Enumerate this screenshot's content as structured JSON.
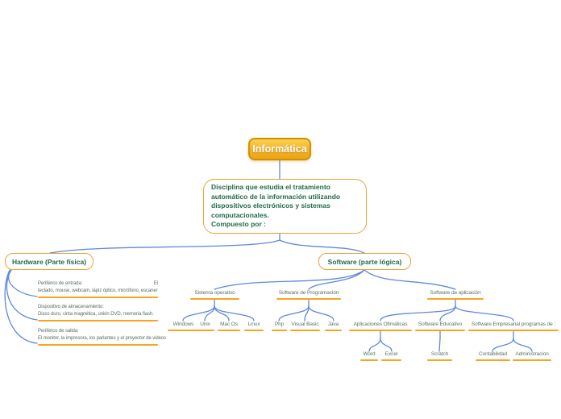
{
  "root": {
    "label": "Informática"
  },
  "description": {
    "text": "Disciplina que estudia el tratamiento\nautomático de la información utilizando\ndispositivos electrónicos y sistemas\ncomputacionales.\nCompuesto por :"
  },
  "hardware": {
    "title": "Hardware (Parte física)",
    "items": [
      {
        "title": "Periférico de entrada:",
        "trailing": "El",
        "body": "teclado, mouse, webcam, lápiz óptico, micrófono, escaner"
      },
      {
        "title": "Dispositivo de almacenamiento:",
        "trailing": "",
        "body": "Disco duro, cinta magnética, unión DVD, memoria flash."
      },
      {
        "title": "Periférico de salida:",
        "trailing": "",
        "body": "El monitor, la impresora, los parlantes y el proyector de videos"
      }
    ]
  },
  "software": {
    "title": "Software (parte lógica)",
    "sistema_operativo": {
      "label": "Sistema operativo",
      "children": [
        "Windows",
        "Unix",
        "Mac Os",
        "Linux"
      ]
    },
    "programacion": {
      "label": "Software de Programación",
      "children": [
        "Php",
        "Visual Basic",
        "Java"
      ]
    },
    "aplicacion": {
      "label": "Software de aplicación",
      "ofimaticas": {
        "label": "Aplicaciones Ofimáticas",
        "children": [
          "Word",
          "Excel"
        ]
      },
      "educativo": {
        "label": "Software Educativo",
        "children": [
          "Scratch"
        ]
      },
      "empresarial": {
        "label": "Software Empresarial programas de :",
        "children": [
          "Contabilidad",
          "Administracion"
        ]
      }
    }
  },
  "colors": {
    "root_fill_top": "#f9d255",
    "root_fill_bottom": "#eda313",
    "root_border": "#cf9200",
    "box_border": "#f0a235",
    "underline": "#f8a41f",
    "link": "#5c88dd",
    "title_text": "#1e6b4b",
    "label_text": "#5a7365"
  }
}
